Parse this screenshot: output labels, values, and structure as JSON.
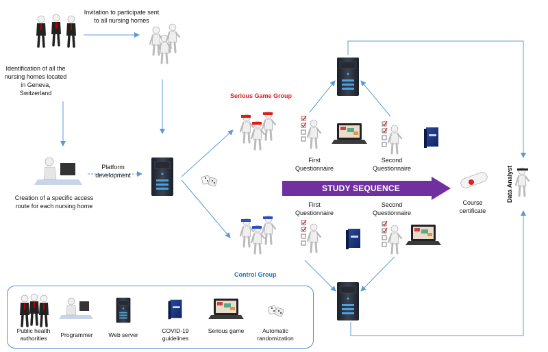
{
  "diagram": {
    "labels": {
      "invitation": "Invitation to participate sent to all nursing homes",
      "identification": "Identification of all the nursing homes located in Geneva, Switzerland",
      "platform": "Platform development",
      "creation": "Creation of a specific access route for each nursing home",
      "serious_group": "Serious Game Group",
      "control_group": "Control Group",
      "first_q_top": "First Questionnaire",
      "second_q_top": "Second Questionnaire",
      "first_q_bottom": "First Questionnaire",
      "second_q_bottom": "Second Questionnaire",
      "study_sequence": "STUDY SEQUENCE",
      "course_certificate": "Course certificate",
      "data_analyst": "Data Analyst"
    },
    "legend": [
      {
        "label": "Public health authorities",
        "icon": "people-icon"
      },
      {
        "label": "Programmer",
        "icon": "programmer-icon"
      },
      {
        "label": "Web server",
        "icon": "server-icon"
      },
      {
        "label": "COVID-19 guidelines",
        "icon": "book-icon"
      },
      {
        "label": "Serious game",
        "icon": "laptop-icon"
      },
      {
        "label": "Automatic randomization",
        "icon": "dice-icon"
      }
    ],
    "colors": {
      "arrow": "#5b9bd5",
      "banner": "#7030a0",
      "red_band": "#e01b1b",
      "blue_band": "#2b4fbf",
      "server_dark": "#2d3340",
      "server_light": "#4aa3e0"
    }
  }
}
